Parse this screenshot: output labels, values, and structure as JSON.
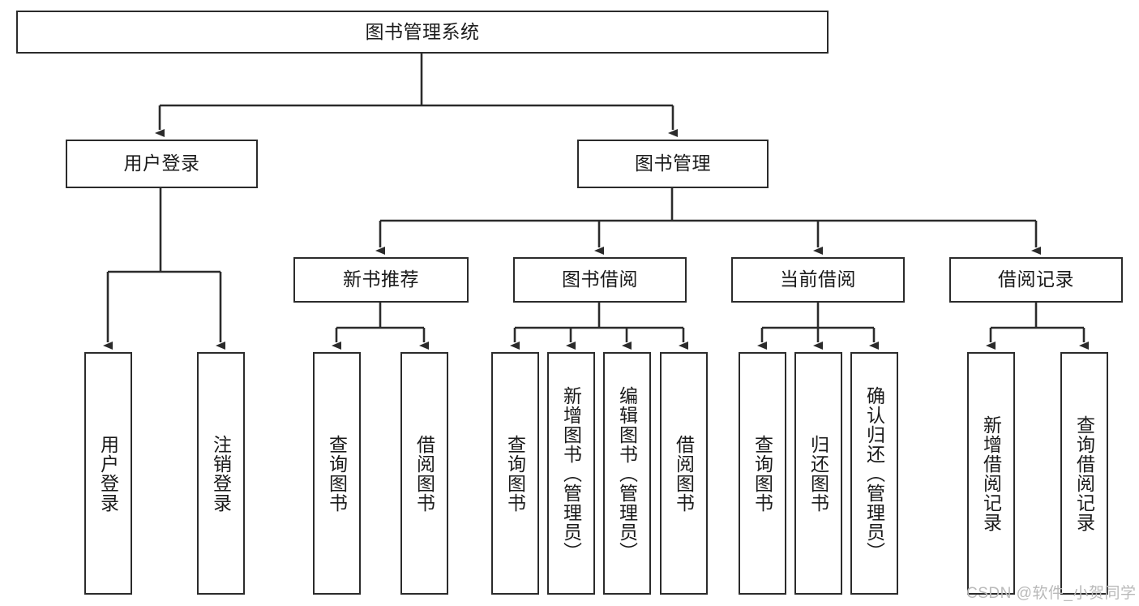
{
  "diagram": {
    "kind": "tree-hierarchy-chart",
    "title": "图书管理系统",
    "line_color": "#2b2b2b",
    "box_fill": "#ffffff",
    "text_color": "#1a1a1a",
    "watermark": "CSDN @软件_小贺同学",
    "watermark_color": "#b9b9b9"
  },
  "nodes": {
    "root": {
      "label": "图书管理系统",
      "level": 0
    },
    "l1": [
      {
        "id": "user-login",
        "label": "用户登录"
      },
      {
        "id": "book-manage",
        "label": "图书管理"
      }
    ],
    "l2": [
      {
        "id": "new-book-recommend",
        "label": "新书推荐"
      },
      {
        "id": "book-borrow",
        "label": "图书借阅"
      },
      {
        "id": "current-borrow",
        "label": "当前借阅"
      },
      {
        "id": "borrow-record",
        "label": "借阅记录"
      }
    ],
    "leaves": {
      "user_login": [
        {
          "id": "leaf-user-login",
          "label": "用户登录"
        },
        {
          "id": "leaf-logout",
          "label": "注销登录"
        }
      ],
      "new_book_recommend": [
        {
          "id": "leaf-query-book-1",
          "label": "查询图书"
        },
        {
          "id": "leaf-borrow-book-1",
          "label": "借阅图书"
        }
      ],
      "book_borrow": [
        {
          "id": "leaf-query-book-2",
          "label": "查询图书"
        },
        {
          "id": "leaf-add-book",
          "label": "新增图书（管理员）"
        },
        {
          "id": "leaf-edit-book",
          "label": "编辑图书（管理员）"
        },
        {
          "id": "leaf-borrow-book-2",
          "label": "借阅图书"
        }
      ],
      "current_borrow": [
        {
          "id": "leaf-query-book-3",
          "label": "查询图书"
        },
        {
          "id": "leaf-return-book",
          "label": "归还图书"
        },
        {
          "id": "leaf-confirm-return",
          "label": "确认归还（管理员）"
        }
      ],
      "borrow_record": [
        {
          "id": "leaf-add-record",
          "label": "新增借阅记录"
        },
        {
          "id": "leaf-query-record",
          "label": "查询借阅记录"
        }
      ]
    }
  }
}
